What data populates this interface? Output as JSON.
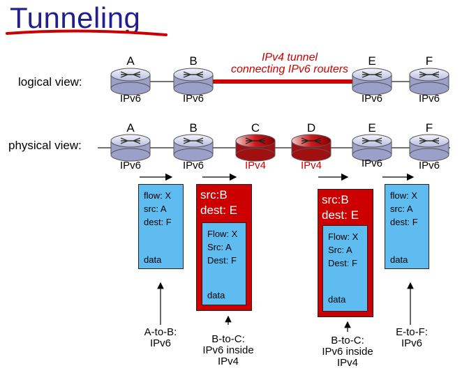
{
  "title": "Tunneling",
  "logical": {
    "label": "logical view:",
    "routers": [
      {
        "letter": "A",
        "proto": "IPv6"
      },
      {
        "letter": "B",
        "proto": "IPv6"
      },
      {
        "letter": "E",
        "proto": "IPv6"
      },
      {
        "letter": "F",
        "proto": "IPv6"
      }
    ],
    "tunnel_line1": "IPv4 tunnel",
    "tunnel_line2": "connecting IPv6 routers"
  },
  "physical": {
    "label": "physical view:",
    "routers": [
      {
        "letter": "A",
        "proto": "IPv6"
      },
      {
        "letter": "B",
        "proto": "IPv6"
      },
      {
        "letter": "C",
        "proto": "IPv4"
      },
      {
        "letter": "D",
        "proto": "IPv4"
      },
      {
        "letter": "E",
        "proto": "IPv6"
      },
      {
        "letter": "F",
        "proto": "IPv6"
      }
    ]
  },
  "packets": {
    "ab": {
      "flow": "flow: X",
      "src": "src: A",
      "dest": "dest: F",
      "data": "data"
    },
    "bc": {
      "outer_src": "src:B",
      "outer_dest": "dest: E",
      "flow": "Flow: X",
      "src": "Src: A",
      "dest": "Dest: F",
      "data": "data"
    },
    "de": {
      "outer_src": "src:B",
      "outer_dest": "dest: E",
      "flow": "Flow: X",
      "src": "Src: A",
      "dest": "Dest: F",
      "data": "data"
    },
    "ef": {
      "flow": "flow: X",
      "src": "src: A",
      "dest": "dest: F",
      "data": "data"
    }
  },
  "captions": {
    "ab": [
      "A-to-B:",
      "IPv6"
    ],
    "bc": [
      "B-to-C:",
      "IPv6 inside",
      "IPv4"
    ],
    "de": [
      "B-to-C:",
      "IPv6 inside",
      "IPv4"
    ],
    "ef": [
      "E-to-F:",
      "IPv6"
    ]
  },
  "colors": {
    "ipv6_router": "#d9dcf0",
    "ipv4_router": "#cc1a1a",
    "packet": "#5ebcf0",
    "tunnel": "#cc0000",
    "title": "#1f1f8f"
  }
}
